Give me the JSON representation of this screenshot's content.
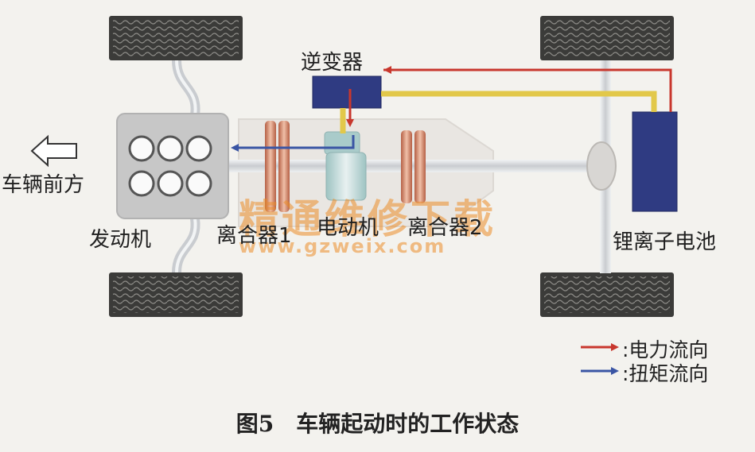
{
  "labels": {
    "inverter": "逆变器",
    "front": "车辆前方",
    "engine": "发动机",
    "clutch1": "离合器1",
    "motor": "电动机",
    "clutch2": "离合器2",
    "battery": "锂离子电池"
  },
  "legend": {
    "power": ":电力流向",
    "torque": ":扭矩流向"
  },
  "caption": "图5　车辆起动时的工作状态",
  "watermark": {
    "title": "精通维修下载",
    "url": "www.gzweix.com"
  },
  "colors": {
    "power_flow": "#c8372d",
    "torque_flow": "#3a55a4",
    "cable": "#e2c84a",
    "inverter": "#2f3b82",
    "battery": "#2f3b82",
    "shaft": "#d9dcdf",
    "engine": "#c7c7c7",
    "clutch": "#c9795c",
    "tire": "#3b3b39",
    "watermark": "#eb8c28"
  }
}
